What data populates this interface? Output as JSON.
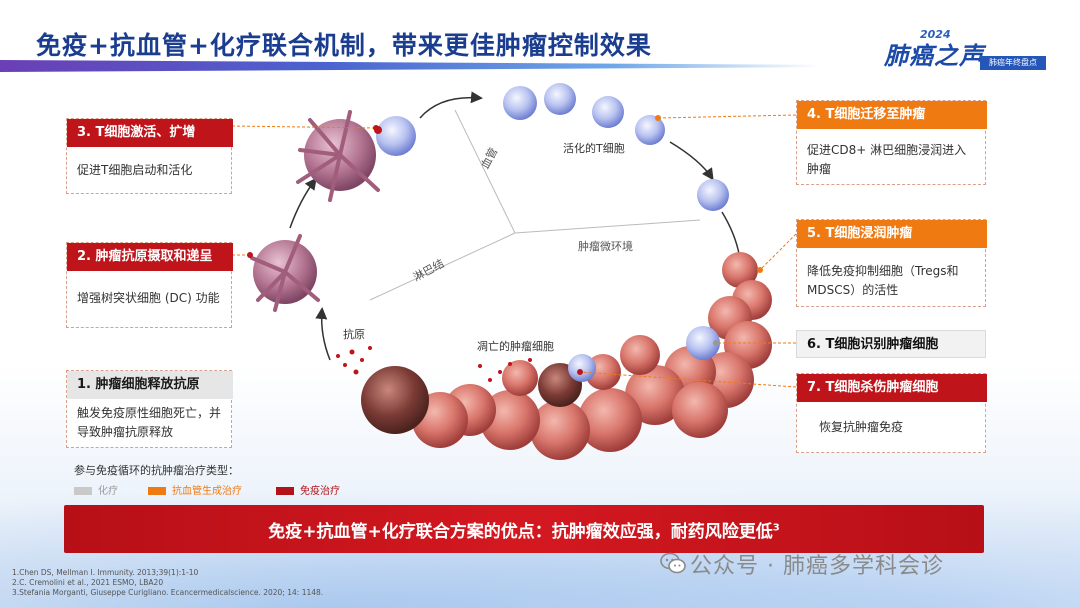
{
  "title": "免疫+抗血管+化疗联合机制，带来更佳肿瘤控制效果",
  "logo": {
    "year": "2024",
    "main": "肺癌之声",
    "sub": "肺癌年终盘点"
  },
  "steps": [
    {
      "id": "s3",
      "head": "3. T细胞激活、扩增",
      "body": "促进T细胞启动和活化"
    },
    {
      "id": "s2",
      "head": "2. 肿瘤抗原摄取和递呈",
      "body": "增强树突状细胞 (DC) 功能"
    },
    {
      "id": "s1",
      "head": "1. 肿瘤细胞释放抗原",
      "body": "触发免疫原性细胞死亡，并导致肿瘤抗原释放"
    },
    {
      "id": "s4",
      "head": "4. T细胞迁移至肿瘤",
      "body": "促进CD8+ 淋巴细胞浸润进入肿瘤"
    },
    {
      "id": "s5",
      "head": "5. T细胞浸润肿瘤",
      "body": "降低免疫抑制细胞（Tregs和MDSCS）的活性"
    },
    {
      "id": "s6",
      "head": "6. T细胞识别肿瘤细胞",
      "body": ""
    },
    {
      "id": "s7",
      "head": "7. T细胞杀伤肿瘤细胞",
      "body": "恢复抗肿瘤免疫"
    }
  ],
  "regions": {
    "blood": "血管",
    "lymph": "淋巴结",
    "tme": "肿瘤微环境"
  },
  "cell_labels": {
    "activated_t": "活化的T细胞",
    "antigen": "抗原",
    "dead_tumor": "凋亡的肿瘤细胞"
  },
  "legend": {
    "title": "参与免疫循环的抗肿瘤治疗类型：",
    "items": [
      {
        "label": "化疗",
        "color": "#c9c9c9"
      },
      {
        "label": "抗血管生成治疗",
        "color": "#f07a12"
      },
      {
        "label": "免疫治疗",
        "color": "#b4121a"
      }
    ]
  },
  "banner": {
    "text": "免疫+抗血管+化疗联合方案的优点：抗肿瘤效应强，耐药风险更低",
    "sup": "3"
  },
  "references": [
    "1.Chen DS, Mellman I. Immunity. 2013;39(1):1-10",
    "2.C. Cremolini et al., 2021 ESMO, LBA20",
    "3.Stefania Morganti, Giuseppe Curigliano. Ecancermedicalscience. 2020; 14: 1148."
  ],
  "watermark": "公众号 · 肺癌多学科会诊",
  "colors": {
    "red": "#c0141b",
    "orange": "#f07a12",
    "navy": "#1b3d8f"
  }
}
